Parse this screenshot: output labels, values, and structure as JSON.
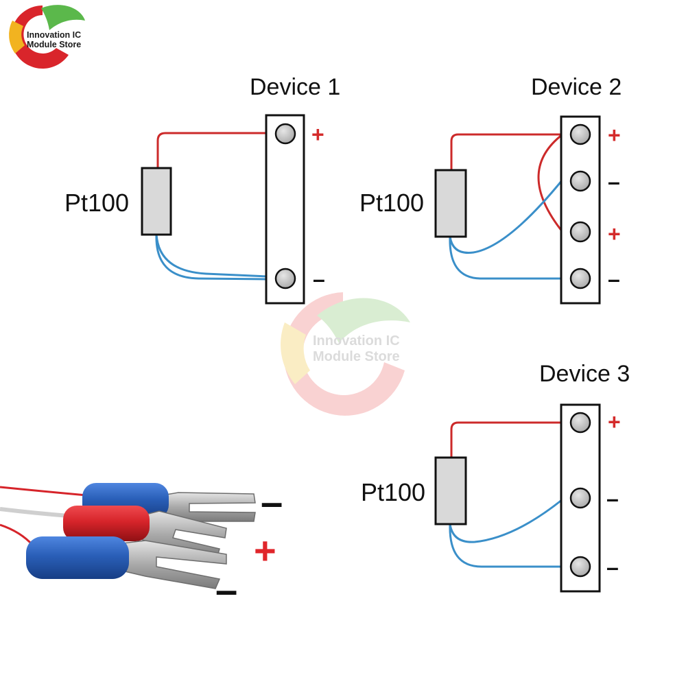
{
  "logo": {
    "line1": "Innovation IC",
    "line2": "Module Store"
  },
  "watermark": {
    "line1": "Innovation IC",
    "line2": "Module Store"
  },
  "devices": [
    {
      "title": "Device 1",
      "sensor_label": "Pt100",
      "terminals": [
        "+",
        "–"
      ]
    },
    {
      "title": "Device 2",
      "sensor_label": "Pt100",
      "terminals": [
        "+",
        "–",
        "+",
        "–"
      ]
    },
    {
      "title": "Device 3",
      "sensor_label": "Pt100",
      "terminals": [
        "+",
        "–",
        "–"
      ]
    }
  ],
  "photo": {
    "signs": [
      "–",
      "+",
      "–"
    ]
  },
  "colors": {
    "positive_wire": "#cc2a2a",
    "negative_wire": "#3a8fc9",
    "sensor_fill": "#d9d9d9",
    "terminal_fill": "#c8c8c8",
    "plus_sign": "#d42b2b",
    "connector_blue": "#2a5fb8",
    "connector_red": "#d6242a"
  }
}
